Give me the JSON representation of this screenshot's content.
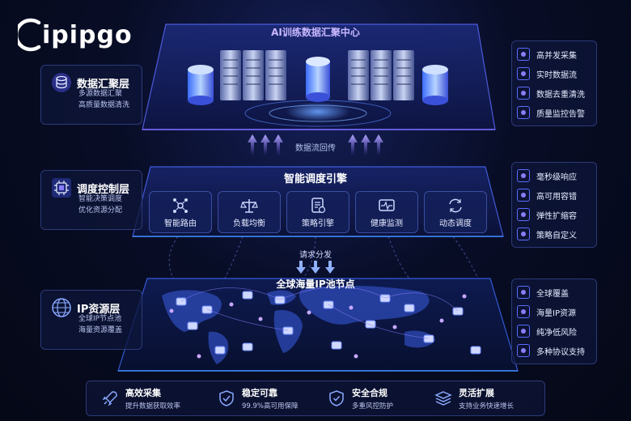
{
  "brand": {
    "name": "ipipgo"
  },
  "top": {
    "title": "AI训练数据汇聚中心",
    "flow_label": "数据流回传"
  },
  "middle": {
    "title": "智能调度引擎",
    "modules": [
      {
        "label": "智能路由",
        "icon": "network-hub-icon"
      },
      {
        "label": "负载均衡",
        "icon": "balance-scale-icon"
      },
      {
        "label": "策略引擎",
        "icon": "policy-document-icon"
      },
      {
        "label": "健康监测",
        "icon": "heartbeat-monitor-icon"
      },
      {
        "label": "动态调度",
        "icon": "refresh-cycle-icon"
      }
    ],
    "flow_label": "请求分发"
  },
  "bottom": {
    "title": "全球海量IP池节点"
  },
  "left_layers": [
    {
      "title": "数据汇聚层",
      "lines": [
        "多源数据汇聚",
        "高质量数据清洗"
      ],
      "icon": "database-icon"
    },
    {
      "title": "调度控制层",
      "lines": [
        "智能决策调度",
        "优化资源分配"
      ],
      "icon": "chip-icon"
    },
    {
      "title": "IP资源层",
      "lines": [
        "全球IP节点池",
        "海量资源覆盖"
      ],
      "icon": "globe-icon"
    }
  ],
  "right_lists": [
    [
      "高并发采集",
      "实时数据流",
      "数据去重清洗",
      "质量监控告警"
    ],
    [
      "毫秒级响应",
      "高可用容错",
      "弹性扩缩容",
      "策略自定义"
    ],
    [
      "全球覆盖",
      "海量IP资源",
      "纯净低风险",
      "多种协议支持"
    ]
  ],
  "features": [
    {
      "title": "高效采集",
      "sub": "提升数据获取效率",
      "icon": "rocket-icon"
    },
    {
      "title": "稳定可靠",
      "sub": "99.9%高可用保障",
      "icon": "shield-check-icon"
    },
    {
      "title": "安全合规",
      "sub": "多重风控防护",
      "icon": "security-shield-icon"
    },
    {
      "title": "灵活扩展",
      "sub": "支持业务快速增长",
      "icon": "layers-icon"
    }
  ],
  "colors": {
    "accent": "#7b6cff",
    "blue": "#3f8cff",
    "panel": "#0e163a"
  }
}
